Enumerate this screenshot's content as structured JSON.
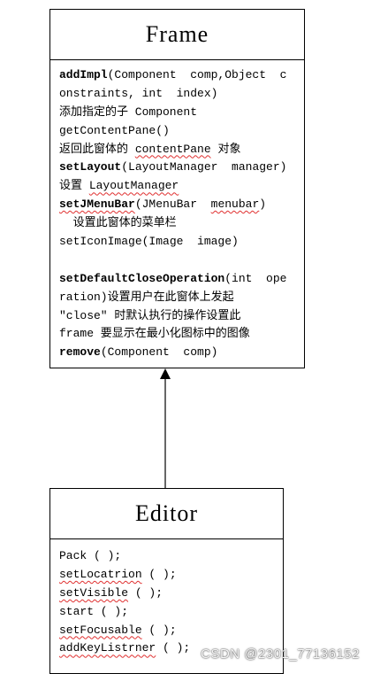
{
  "frame": {
    "title": "Frame",
    "lines": [
      {
        "parts": [
          {
            "t": "addImpl",
            "b": true
          },
          {
            "t": "(Component  comp,Object  c"
          }
        ]
      },
      {
        "parts": [
          {
            "t": "onstraints, int  index)"
          }
        ]
      },
      {
        "parts": [
          {
            "t": "添加指定的子 Component"
          }
        ]
      },
      {
        "parts": [
          {
            "t": "getContentPane()"
          }
        ]
      },
      {
        "parts": [
          {
            "t": "返回此窗体的 "
          },
          {
            "t": "contentPane",
            "sq": true
          },
          {
            "t": " 对象"
          }
        ]
      },
      {
        "parts": [
          {
            "t": "setLayout",
            "b": true
          },
          {
            "t": "(LayoutManager  manager)"
          }
        ]
      },
      {
        "parts": [
          {
            "t": "设置 "
          },
          {
            "t": "LayoutManager",
            "sq": true
          }
        ]
      },
      {
        "parts": [
          {
            "t": "setJMenuBar",
            "b": true,
            "sq": true
          },
          {
            "t": "(JMenuBar  "
          },
          {
            "t": "menubar",
            "sq": true
          },
          {
            "t": ")"
          }
        ]
      },
      {
        "parts": [
          {
            "t": "  设置此窗体的菜单栏"
          }
        ]
      },
      {
        "parts": [
          {
            "t": "setIconImage(Image  image)"
          }
        ]
      },
      {
        "parts": [
          {
            "t": ""
          }
        ]
      },
      {
        "parts": [
          {
            "t": "setDefaultCloseOperation",
            "b": true
          },
          {
            "t": "(int  ope"
          }
        ]
      },
      {
        "parts": [
          {
            "t": "ration)设置用户在此窗体上发起"
          }
        ]
      },
      {
        "parts": [
          {
            "t": "\"close\" 时默认执行的操作设置此"
          }
        ]
      },
      {
        "parts": [
          {
            "t": "frame 要显示在最小化图标中的图像"
          }
        ]
      },
      {
        "parts": [
          {
            "t": "remove",
            "b": true
          },
          {
            "t": "(Component  comp)"
          }
        ]
      }
    ]
  },
  "editor": {
    "title": "Editor",
    "lines": [
      {
        "parts": [
          {
            "t": "Pack ( );"
          }
        ]
      },
      {
        "parts": [
          {
            "t": "setLocatrion",
            "sq": true
          },
          {
            "t": " ( );"
          }
        ]
      },
      {
        "parts": [
          {
            "t": "setVisible",
            "sq": true
          },
          {
            "t": " ( );"
          }
        ]
      },
      {
        "parts": [
          {
            "t": "start ( );"
          }
        ]
      },
      {
        "parts": [
          {
            "t": "setFocusable",
            "sq": true
          },
          {
            "t": " ( );"
          }
        ]
      },
      {
        "parts": [
          {
            "t": "addKeyListrner",
            "sq": true
          },
          {
            "t": " ( );"
          }
        ]
      }
    ]
  },
  "relation": {
    "from": "editor",
    "to": "frame",
    "type": "generalization"
  },
  "watermark": "CSDN @2301_77136152",
  "colors": {
    "line": "#000000",
    "spellcheck": "#e03030",
    "background": "#ffffff"
  }
}
